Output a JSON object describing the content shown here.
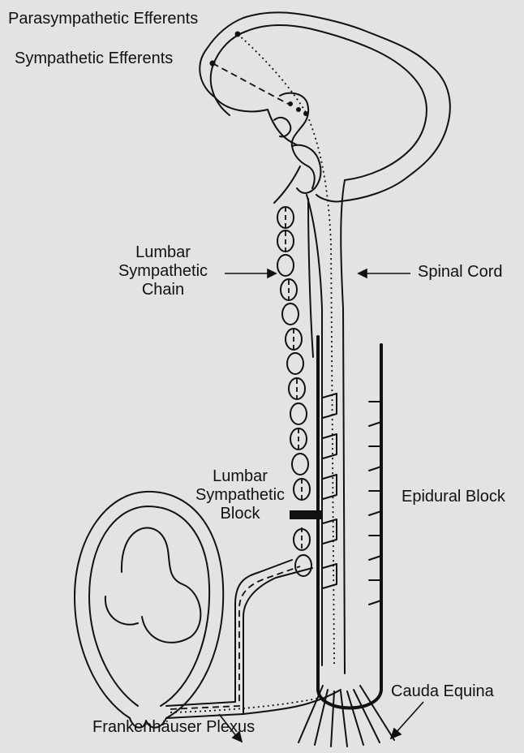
{
  "labels": {
    "parasympathetic": "Parasympathetic Efferents",
    "sympathetic": "Sympathetic Efferents",
    "lumbar_chain": [
      "Lumbar",
      "Sympathetic",
      "Chain"
    ],
    "spinal_cord": "Spinal Cord",
    "lumbar_block": [
      "Lumbar",
      "Sympathetic",
      "Block"
    ],
    "epidural_block": "Epidural Block",
    "cauda_equina": "Cauda Equina",
    "frankenhauser": "Frankenhäuser Plexus"
  },
  "colors": {
    "background": "#e3e3e3",
    "line": "#111111",
    "block_bar": "#111111"
  }
}
